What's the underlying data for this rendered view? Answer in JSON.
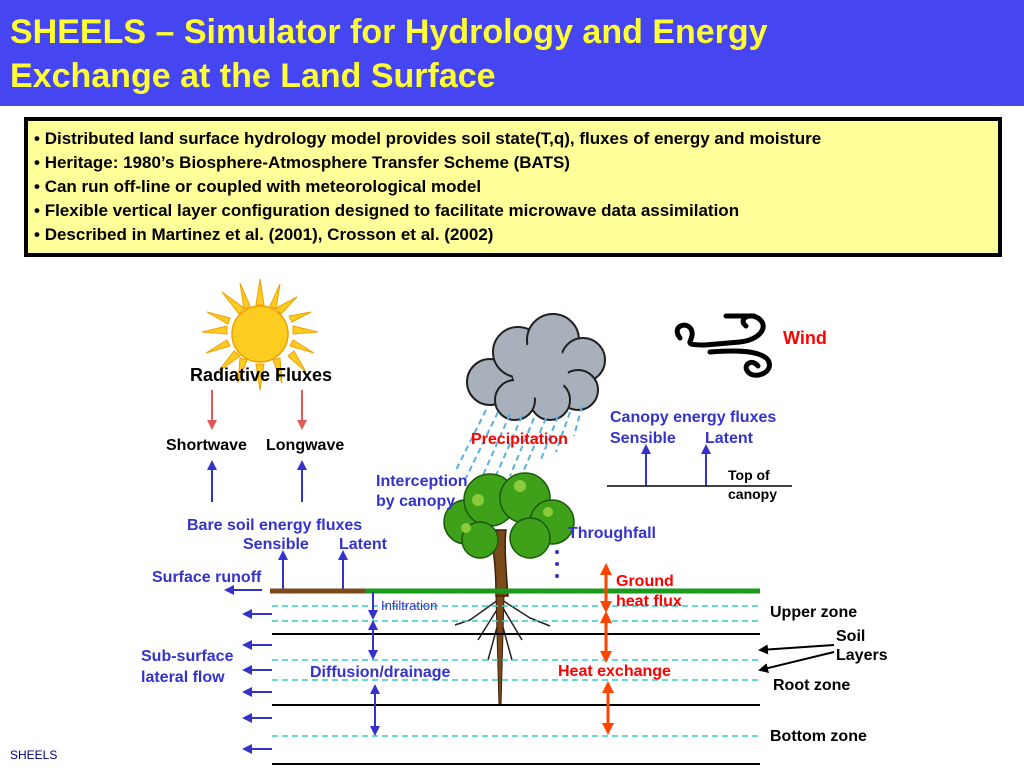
{
  "slide": {
    "title": "SHEELS – Simulator for Hydrology and Energy\nExchange at the Land Surface",
    "footer": "SHEELS",
    "bullets": [
      "Distributed land surface hydrology model provides soil state(T,q), fluxes of energy and moisture",
      "Heritage: 1980’s Biosphere-Atmosphere Transfer Scheme (BATS)",
      "Can run off-line or coupled with meteorological model",
      "Flexible vertical layer configuration designed to facilitate microwave data assimilation",
      "Described in Martinez et al. (2001), Crosson et al. (2002)"
    ]
  },
  "diagram": {
    "radiative_fluxes": "Radiative Fluxes",
    "shortwave": "Shortwave",
    "longwave": "Longwave",
    "wind": "Wind",
    "precipitation": "Precipitation",
    "canopy_energy_fluxes": "Canopy energy fluxes",
    "sensible_canopy": "Sensible",
    "latent_canopy": "Latent",
    "top_of_canopy": "Top of\ncanopy",
    "interception": "Interception\nby canopy",
    "bare_soil_energy_fluxes": "Bare soil energy fluxes",
    "sensible_soil": "Sensible",
    "latent_soil": "Latent",
    "throughfall": "Throughfall",
    "surface_runoff": "Surface runoff",
    "ground_heat_flux": "Ground\nheat flux",
    "infiltration": "Infiltration",
    "upper_zone": "Upper zone",
    "soil_layers": "Soil\nLayers",
    "sub_surface_flow": "Sub-surface\nlateral flow",
    "diffusion_drainage": "Diffusion/drainage",
    "heat_exchange": "Heat exchange",
    "root_zone": "Root zone",
    "bottom_zone": "Bottom zone"
  },
  "colors": {
    "header_bg": "#4545f2",
    "title": "#ffff33",
    "box_bg": "#ffff99",
    "flux_blue": "#3333cc",
    "label_red": "#ff0000",
    "heat_arrow": "#ff4400",
    "radiation_arrow": "#e05a5a",
    "surface_green": "#1a9a1a",
    "bare_soil": "#7a4a1a",
    "dashed_layer": "#33cccc",
    "rain": "#5ab0e0"
  },
  "icons": [
    "sun-icon",
    "cloud-icon",
    "wind-icon",
    "tree-icon"
  ]
}
